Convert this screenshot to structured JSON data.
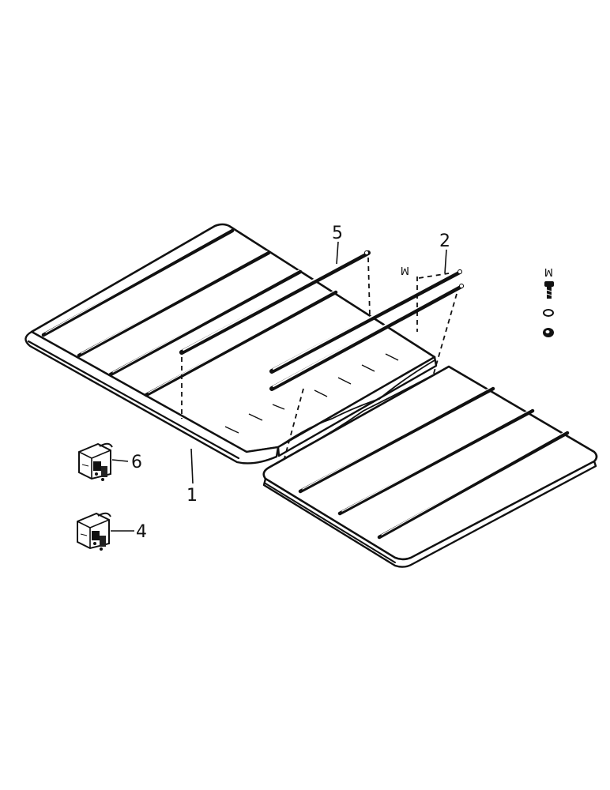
{
  "diagram": {
    "callouts": {
      "floor_left": "1",
      "rod_pair": "2",
      "clip_lower": "4",
      "rod_single": "5",
      "clip_upper": "6"
    },
    "hardware_tag_left": "M",
    "hardware_tag_right": "M"
  }
}
